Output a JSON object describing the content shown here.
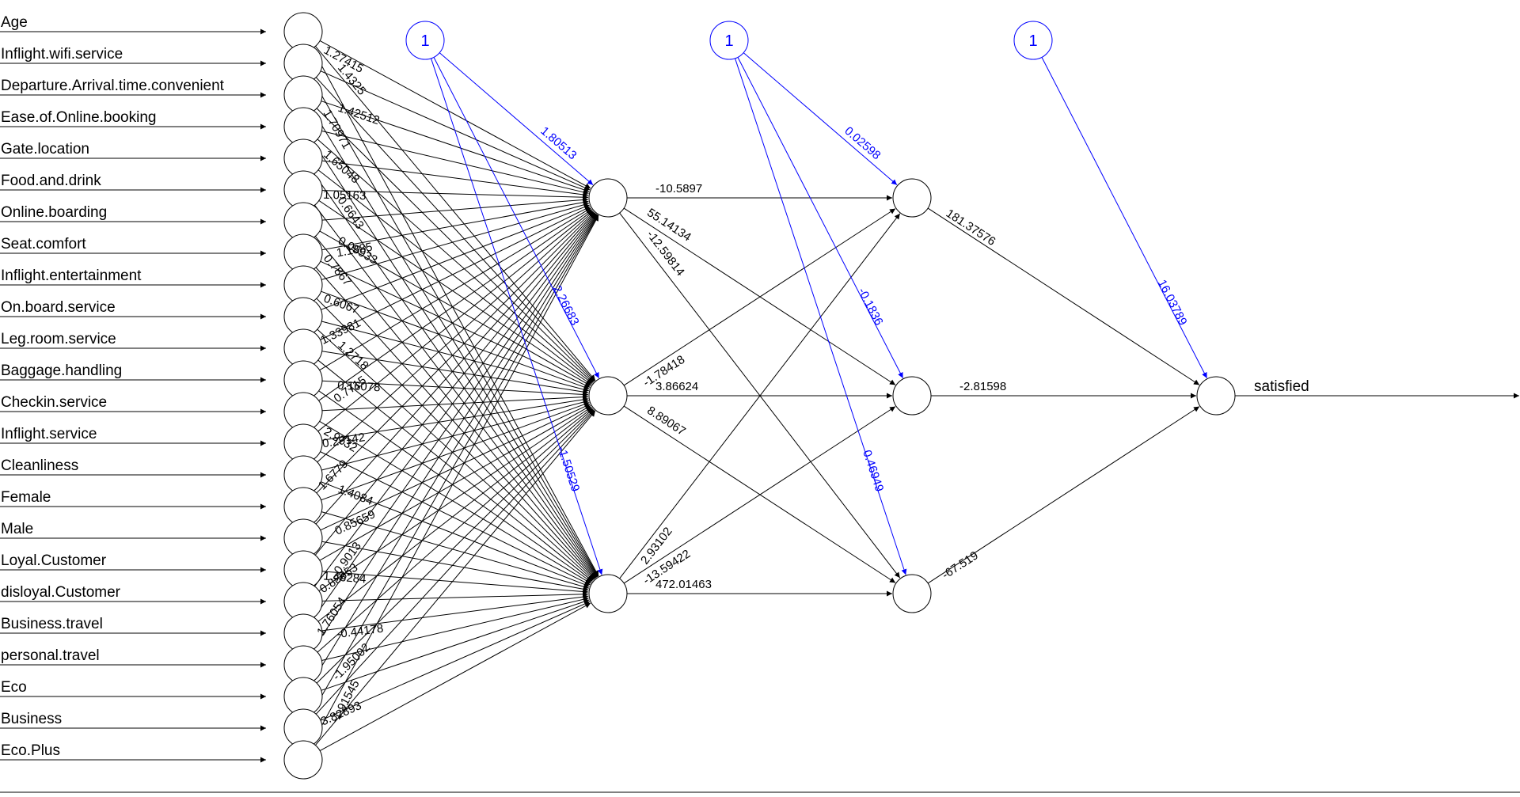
{
  "inputs": [
    "Age",
    "Inflight.wifi.service",
    "Departure.Arrival.time.convenient",
    "Ease.of.Online.booking",
    "Gate.location",
    "Food.and.drink",
    "Online.boarding",
    "Seat.comfort",
    "Inflight.entertainment",
    "On.board.service",
    "Leg.room.service",
    "Baggage.handling",
    "Checkin.service",
    "Inflight.service",
    "Cleanliness",
    "Female",
    "Male",
    "Loyal.Customer",
    "disloyal.Customer",
    "Business.travel",
    "personal.travel",
    "Eco",
    "Business",
    "Eco.Plus"
  ],
  "input_weight_labels": [
    "1.27415",
    "1.4325",
    "1.70971",
    "1.42512",
    "1.65048",
    "0.6643",
    "1.05163",
    "0.09933",
    "0.7867",
    "1.1885",
    "0.6067",
    "1.2718",
    "1.33981",
    "0.16078",
    "2.9732",
    "0.7715",
    "0.29142",
    "1.4084",
    "1.6779",
    "0.85659",
    "1.46284",
    "-0.9013",
    "0.88853",
    "-0.44178",
    "1.76054",
    "-1.95002",
    "3.82893",
    "-1.91545"
  ],
  "bias_nodes": [
    "1",
    "1",
    "1"
  ],
  "bias_weights": {
    "hidden1": [
      "1.80513",
      "2.26683",
      "-1.50529"
    ],
    "hidden2": [
      "0.02598",
      "-0.1836",
      "0.46949"
    ],
    "output": [
      "16.03789"
    ]
  },
  "hidden_weights": {
    "h1_1_to_h2_1": "-10.5897",
    "h1_1_to_h2_2": "55.14134",
    "h1_1_to_h2_3": "-12.59814",
    "h1_2_to_h2_1": "-1.78418",
    "h1_2_to_h2_2": "3.86624",
    "h1_2_to_h2_3": "8.89067",
    "h1_3_to_h2_1": "2.93102",
    "h1_3_to_h2_2": "-13.59422",
    "h1_3_to_h2_3": "472.01463",
    "h2_1_to_out": "181.37576",
    "h2_2_to_out": "-2.81598",
    "h2_3_to_out": "-67.519"
  },
  "output_label": "satisfied",
  "colors": {
    "edge": "#000000",
    "bias": "#0000ff",
    "node_stroke": "#000000"
  }
}
